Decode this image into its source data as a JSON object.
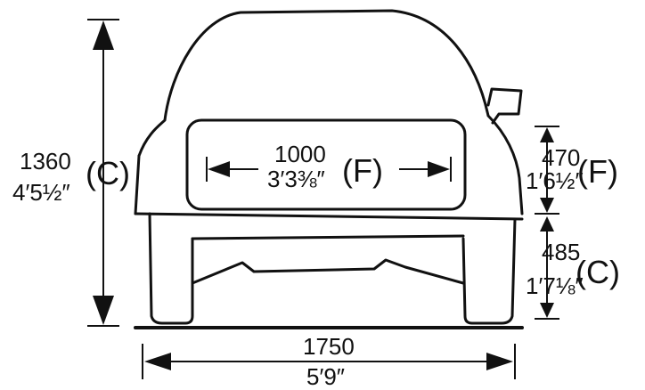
{
  "dimensions": {
    "overall_height": {
      "metric": "1360",
      "imperial": "4′5½″",
      "code": "(C)"
    },
    "window_width": {
      "metric": "1000",
      "imperial": "3′3⅜″",
      "code": "(F)"
    },
    "window_height": {
      "metric": "470",
      "imperial": "1′6½″",
      "code": "(F)"
    },
    "ground_to_sill": {
      "metric": "485",
      "imperial": "1′7⅛″",
      "code": "(C)"
    },
    "overall_width": {
      "metric": "1750",
      "imperial": "5′9″"
    }
  }
}
